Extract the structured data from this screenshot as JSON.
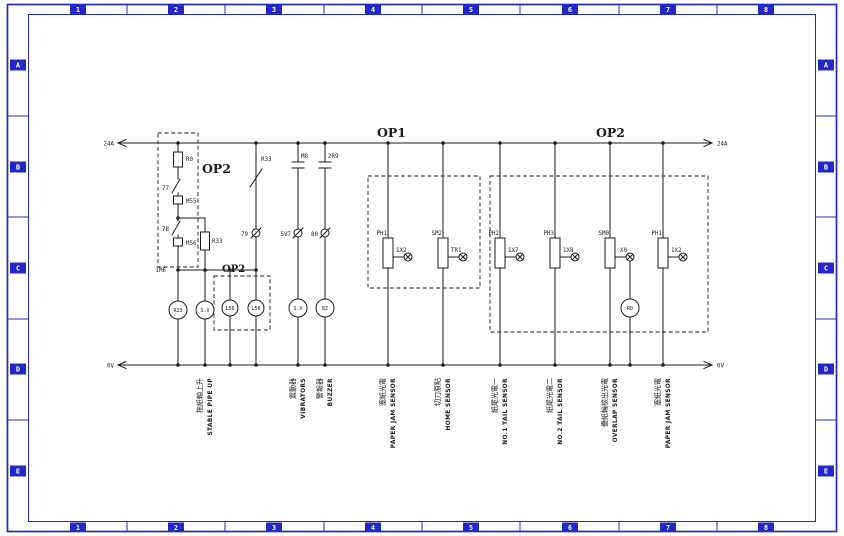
{
  "colors": {
    "frame-blue": "#2228c8",
    "ink": "#1b1b1b"
  },
  "frame": {
    "cols": [
      "1",
      "2",
      "3",
      "4",
      "5",
      "6",
      "7",
      "8"
    ],
    "rows": [
      "A",
      "B",
      "C",
      "D",
      "E"
    ]
  },
  "rails": {
    "top_left": "24A",
    "top_right": "24A",
    "bottom_left": "0V",
    "bottom_right": "0V"
  },
  "groups": {
    "op1": "OP1",
    "op2": "OP2",
    "op2_relay": "OP2",
    "op2_lamps": "OP2"
  },
  "relay": {
    "r0": "R0",
    "c77": "77",
    "m55": "M55",
    "c78": "78",
    "m56": "M56",
    "wire": "1M6",
    "r33_res": "R33",
    "r33_fuse": "R33",
    "c79": "79",
    "coil_r33": "R33",
    "coil_sv": "S.V",
    "lamp_l56": "L56",
    "lamp_l58": "L58"
  },
  "vib": {
    "cap": "M8",
    "contact": "5V7",
    "coil": "S.V"
  },
  "buz": {
    "cap": "2R9",
    "contact": "80",
    "coil": "BZ"
  },
  "sensors": [
    {
      "name": "PH1",
      "term": "1X2"
    },
    {
      "name": "SM2",
      "term": "TR1"
    },
    {
      "name": "PH2",
      "term": "1X7"
    },
    {
      "name": "PH3",
      "term": "1X8"
    },
    {
      "name": "SM0",
      "term": "X0",
      "coil": "R0"
    },
    {
      "name": "PH1",
      "term": "1X2"
    }
  ],
  "labels": [
    {
      "zh": "拖紙軸上升",
      "en": "STABLE PIPE UP"
    },
    {
      "zh": "震動器",
      "en": "VIBRATORS"
    },
    {
      "zh": "警報器",
      "en": "BUZZER"
    },
    {
      "zh": "塞紙光電",
      "en": "PAPER JAM SENSOR"
    },
    {
      "zh": "切刀原點",
      "en": "HOME SENSOR"
    },
    {
      "zh": "紙尾光電一",
      "en": "NO.1 TAIL SENSOR"
    },
    {
      "zh": "紙尾光電二",
      "en": "NO.2 TAIL SENSOR"
    },
    {
      "zh": "疊紙輪檢出光電",
      "en": "OVERLAP SENSOR"
    },
    {
      "zh": "塞紙光電",
      "en": "PAPER JAM SENSOR"
    }
  ]
}
